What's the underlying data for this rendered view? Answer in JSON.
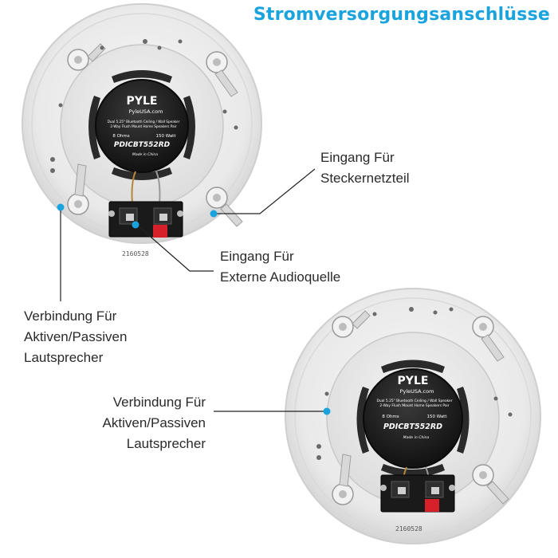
{
  "title": "Stromversorgungsanschlüsse",
  "colors": {
    "accent": "#1aa3dc",
    "text": "#2a2a2a",
    "speaker_grill": "#ececec",
    "driver": "#1e1e1e",
    "terminal_red": "#d6202a"
  },
  "callouts": {
    "power": {
      "line1": "Eingang Für",
      "line2": "Steckernetzteil"
    },
    "audio": {
      "line1": "Eingang Für",
      "line2": "Externe Audioquelle"
    },
    "speaker_top": {
      "line1": "Verbindung Für",
      "line2": "Aktiven/Passiven",
      "line3": "Lautsprecher"
    },
    "speaker_bottom": {
      "line1": "Verbindung Für",
      "line2": "Aktiven/Passiven",
      "line3": "Lautsprecher"
    }
  },
  "speakers": [
    {
      "brand": "PYLE",
      "site": "PyleUSA.com",
      "desc1": "Dual 5.25\" Bluetooth Ceiling / Wall Speaker",
      "desc2": "2-Way Flush Mount Home Speakers Pair",
      "ohms": "8 Ohms",
      "watt": "150 Watt",
      "model": "PDICBT552RD",
      "origin": "Made in China",
      "serial": "2160528"
    },
    {
      "brand": "PYLE",
      "site": "PyleUSA.com",
      "desc1": "Dual 5.25\" Bluetooth Ceiling / Wall Speaker",
      "desc2": "2-Way Flush Mount Home Speakers Pair",
      "ohms": "8 Ohms",
      "watt": "150 Watt",
      "model": "PDICBT552RD",
      "origin": "Made in China",
      "serial": "2160528"
    }
  ]
}
